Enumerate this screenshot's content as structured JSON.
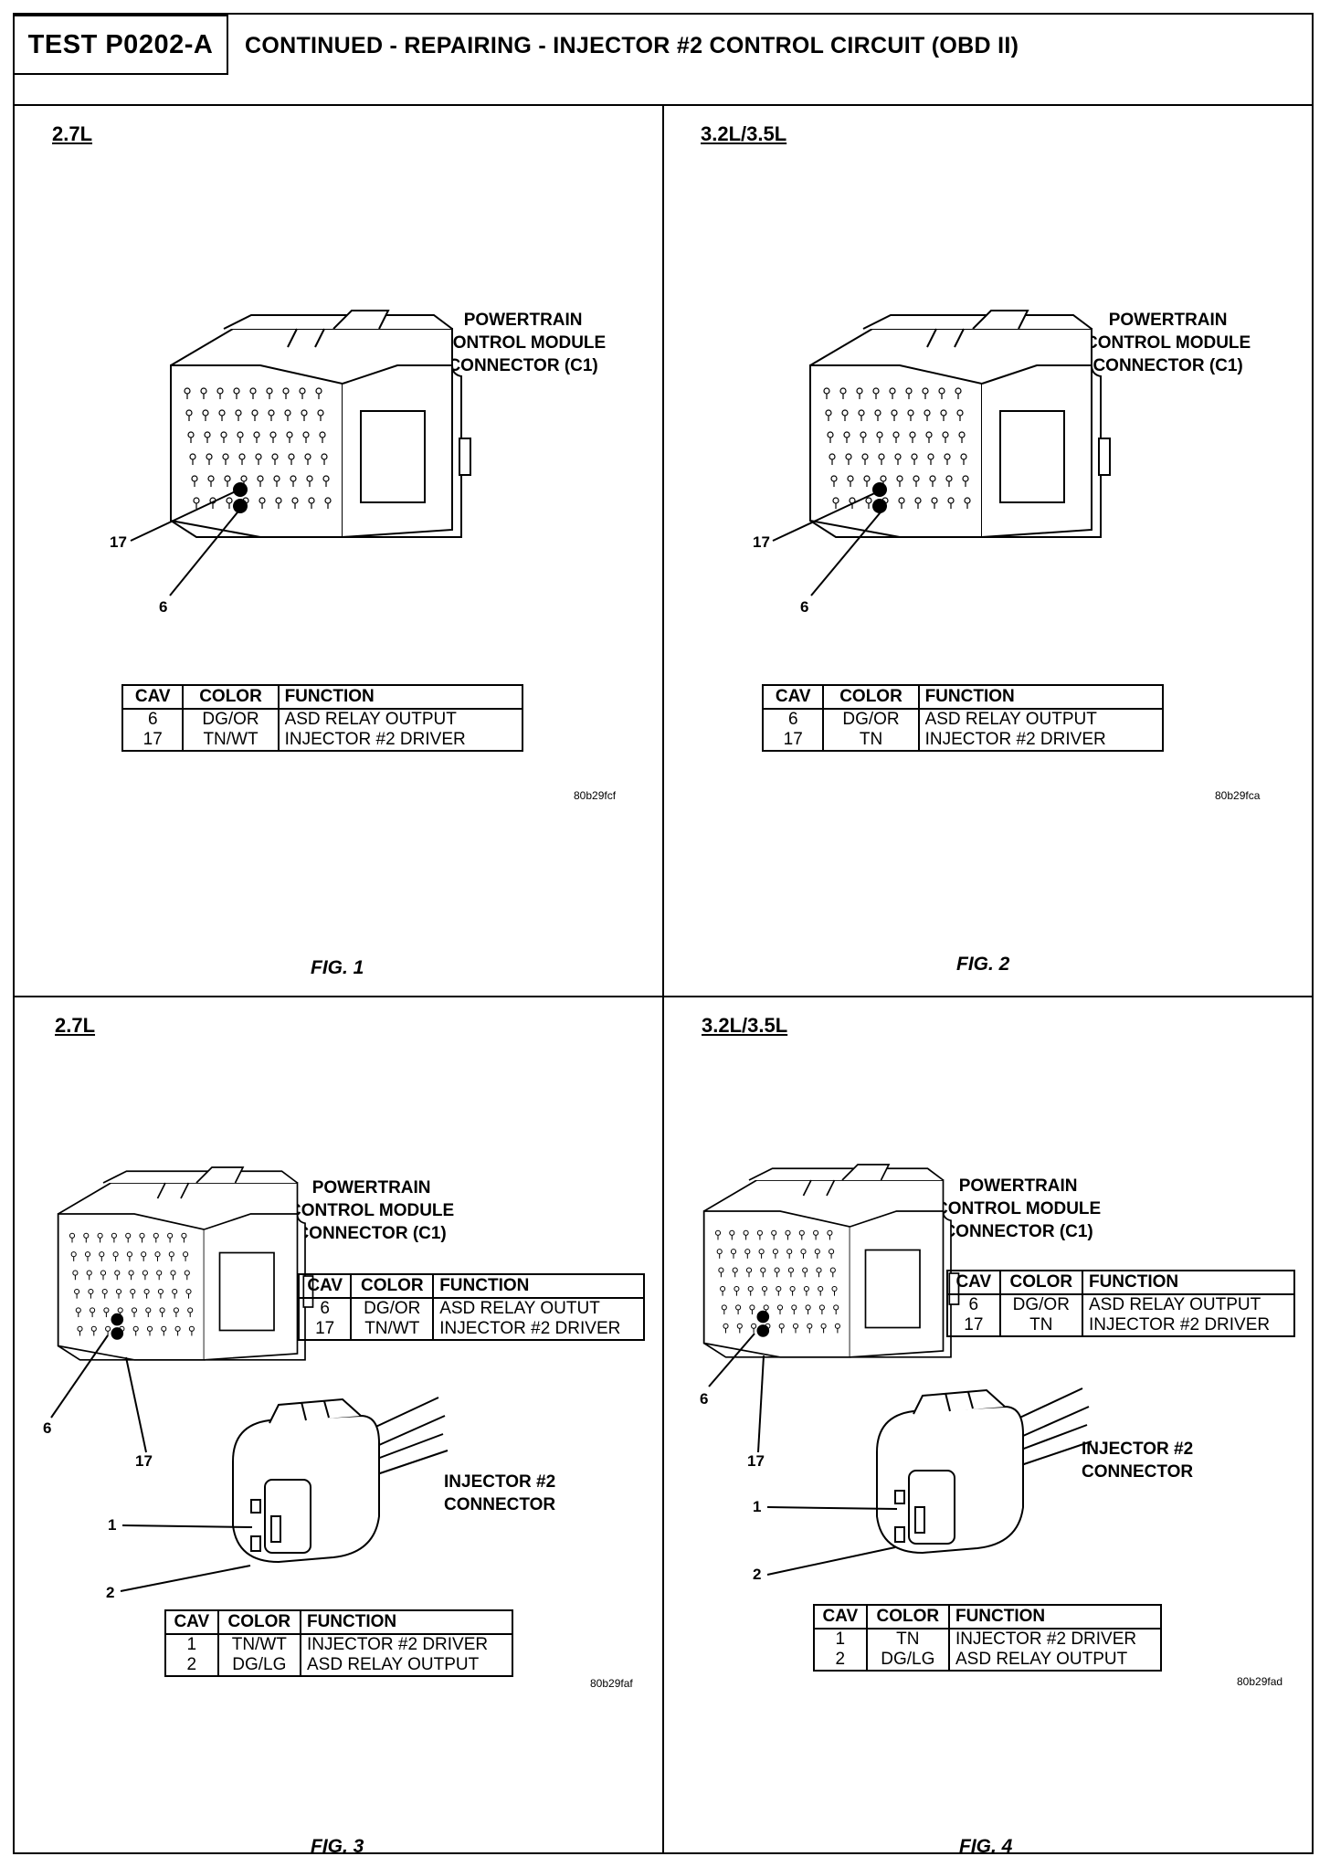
{
  "header": {
    "test_id": "TEST P0202-A",
    "title": "CONTINUED - REPAIRING - INJECTOR #2 CONTROL CIRCUIT (OBD II)"
  },
  "connector_title": [
    "POWERTRAIN",
    "CONTROL MODULE",
    "CONNECTOR (C1)"
  ],
  "injector_title": [
    "INJECTOR #2",
    "CONNECTOR"
  ],
  "columns": [
    "CAV",
    "COLOR",
    "FUNCTION"
  ],
  "figures": [
    {
      "engine": "2.7L",
      "label": "FIG. 1",
      "code": "80b29fcf",
      "pcm_pins": [
        "17",
        "6"
      ],
      "pcm_rows": [
        {
          "cav": "6",
          "color": "DG/OR",
          "function": "ASD RELAY OUTPUT"
        },
        {
          "cav": "17",
          "color": "TN/WT",
          "function": "INJECTOR #2 DRIVER"
        }
      ]
    },
    {
      "engine": "3.2L/3.5L",
      "label": "FIG. 2",
      "code": "80b29fca",
      "pcm_pins": [
        "17",
        "6"
      ],
      "pcm_rows": [
        {
          "cav": "6",
          "color": "DG/OR",
          "function": "ASD RELAY OUTPUT"
        },
        {
          "cav": "17",
          "color": "TN",
          "function": "INJECTOR #2 DRIVER"
        }
      ]
    },
    {
      "engine": "2.7L",
      "label": "FIG. 3",
      "code": "80b29faf",
      "pcm_pins": [
        "6",
        "17"
      ],
      "inj_pins": [
        "1",
        "2"
      ],
      "pcm_rows": [
        {
          "cav": "6",
          "color": "DG/OR",
          "function": "ASD RELAY OUTUT"
        },
        {
          "cav": "17",
          "color": "TN/WT",
          "function": "INJECTOR #2 DRIVER"
        }
      ],
      "inj_rows": [
        {
          "cav": "1",
          "color": "TN/WT",
          "function": "INJECTOR #2 DRIVER"
        },
        {
          "cav": "2",
          "color": "DG/LG",
          "function": "ASD RELAY OUTPUT"
        }
      ]
    },
    {
      "engine": "3.2L/3.5L",
      "label": "FIG. 4",
      "code": "80b29fad",
      "pcm_pins": [
        "6",
        "17"
      ],
      "inj_pins": [
        "1",
        "2"
      ],
      "pcm_rows": [
        {
          "cav": "6",
          "color": "DG/OR",
          "function": "ASD RELAY OUTPUT"
        },
        {
          "cav": "17",
          "color": "TN",
          "function": "INJECTOR #2 DRIVER"
        }
      ],
      "inj_rows": [
        {
          "cav": "1",
          "color": "TN",
          "function": "INJECTOR #2 DRIVER"
        },
        {
          "cav": "2",
          "color": "DG/LG",
          "function": "ASD RELAY OUTPUT"
        }
      ]
    }
  ]
}
